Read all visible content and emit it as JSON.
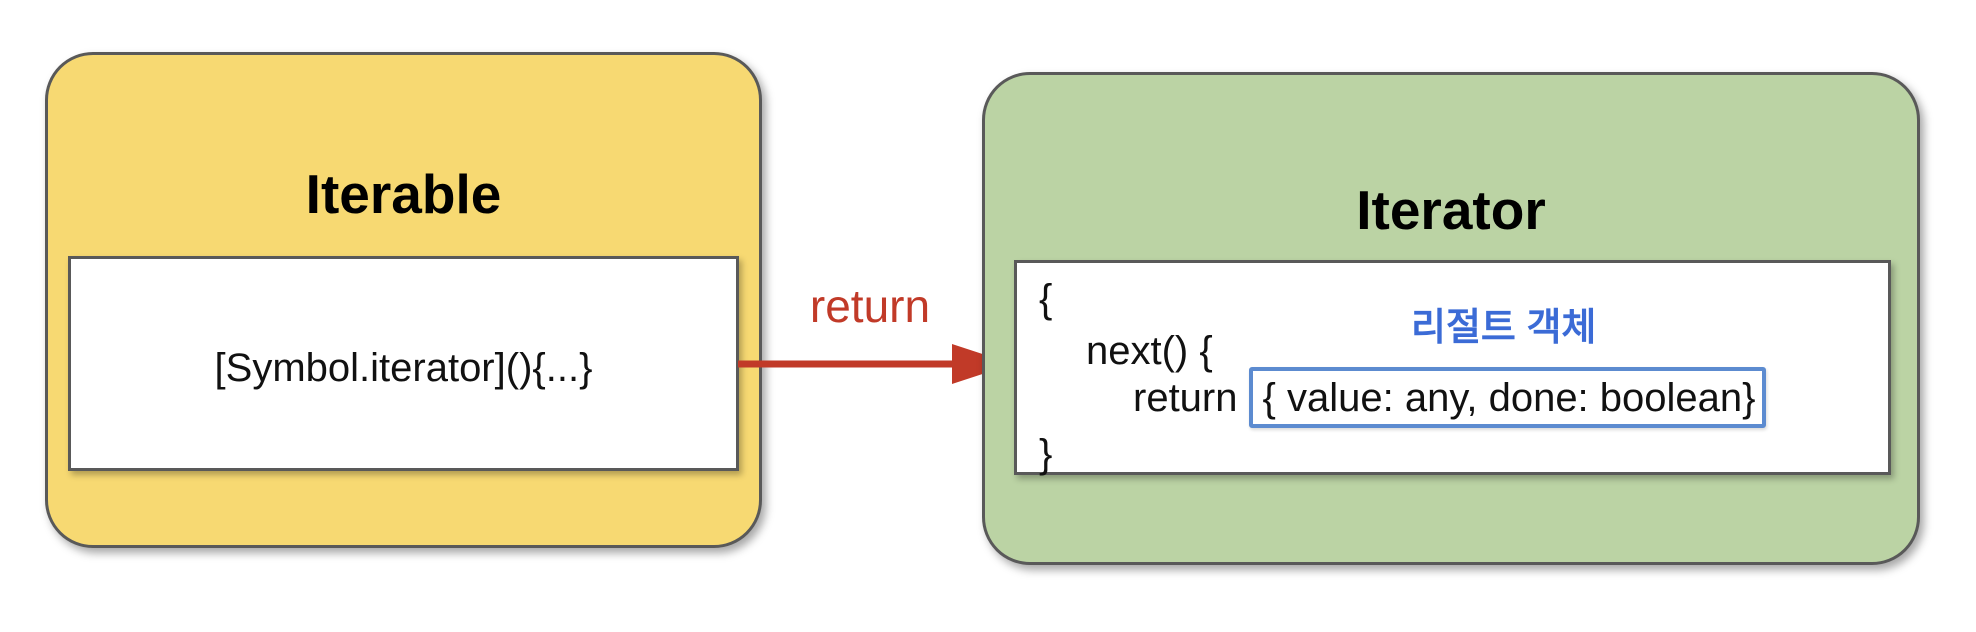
{
  "iterable": {
    "title": "Iterable",
    "method": "[Symbol.iterator](){...}",
    "fill": "#F7D972"
  },
  "iterator": {
    "title": "Iterator",
    "code_open": "{",
    "code_next": "next() {",
    "code_return_keyword": "return",
    "result_object": "{ value: any, done: boolean}",
    "code_close": "}",
    "result_label": "리절트 객체",
    "fill": "#BBD3A4"
  },
  "arrow": {
    "label": "return",
    "color": "#C13A28"
  },
  "colors": {
    "box_border_gray": "#595959",
    "result_label_blue": "#3B6BD6",
    "result_box_border_blue": "#5C8BD0"
  }
}
